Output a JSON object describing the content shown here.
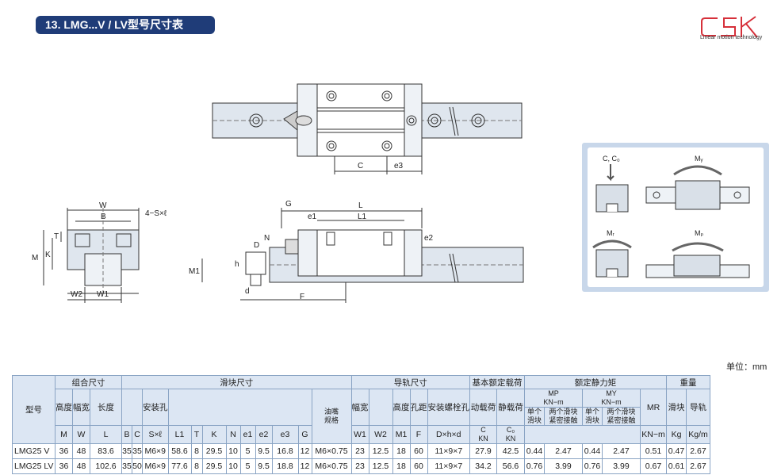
{
  "header": {
    "title": "13. LMG...V / LV型号尺寸表"
  },
  "logo": {
    "text": "CSK",
    "tagline": "Linear motion technology"
  },
  "drawing_labels": {
    "top_c": "C",
    "top_e3": "e3",
    "w": "W",
    "b": "B",
    "s": "4−S×ℓ",
    "t": "T",
    "k": "K",
    "m": "M",
    "w2": "W2",
    "w1": "W1",
    "g": "G",
    "l": "L",
    "e1": "e1",
    "l1": "L1",
    "e2": "e2",
    "d": "D",
    "n": "N",
    "h": "h",
    "m1": "M1",
    "d_small": "d",
    "f": "F"
  },
  "load_diagram": {
    "c": "C, C₀",
    "my": "Mᵧ",
    "mr": "Mᵣ",
    "mp": "Mₚ"
  },
  "unit": "单位：mm",
  "table": {
    "groups": {
      "model": "型号",
      "combo": "组合尺寸",
      "block": "滑块尺寸",
      "rail": "导轨尺寸",
      "dyn": "基本额定载荷",
      "static": "额定静力矩",
      "weight": "重量"
    },
    "sub": {
      "height": "高度",
      "width": "幅宽",
      "length": "长度",
      "mount": "安装孔",
      "grease": "油嘴\n规格",
      "rail_width": "幅宽",
      "rail_height": "高度",
      "pitch": "孔距",
      "rail_bolt": "安装螺栓孔",
      "dynamic": "动载荷",
      "static_load": "静载荷",
      "mp": "MP\nKN−m",
      "my": "MY\nKN−m",
      "mr": "MR",
      "block": "滑块",
      "rail": "导轨",
      "single": "单个\n滑块",
      "double": "两个滑块\n紧密接触"
    },
    "symbols": [
      "M",
      "W",
      "L",
      "B",
      "C",
      "S×ℓ",
      "L1",
      "T",
      "K",
      "N",
      "e1",
      "e2",
      "e3",
      "G",
      "W1",
      "W2",
      "M1",
      "F",
      "D×h×d",
      "C\nKN",
      "C₀\nKN",
      "KN−m",
      "Kg",
      "Kg/m"
    ],
    "rows": [
      {
        "model": "LMG25 V",
        "M": "36",
        "W": "48",
        "L": "83.6",
        "B": "35",
        "C": "35",
        "S": "M6×9",
        "L1": "58.6",
        "T": "8",
        "K": "29.5",
        "N": "10",
        "e1": "5",
        "e2": "9.5",
        "e3": "16.8",
        "G": "12",
        "grease": "M6×0.75",
        "W1": "23",
        "W2": "12.5",
        "M1": "18",
        "F": "60",
        "Dhd": "11×9×7",
        "C_": "27.9",
        "C0": "42.5",
        "MP1": "0.44",
        "MP2": "2.47",
        "MY1": "0.44",
        "MY2": "2.47",
        "MR": "0.51",
        "block_kg": "0.47",
        "rail_kg": "2.67"
      },
      {
        "model": "LMG25 LV",
        "M": "36",
        "W": "48",
        "L": "102.6",
        "B": "35",
        "C": "50",
        "S": "M6×9",
        "L1": "77.6",
        "T": "8",
        "K": "29.5",
        "N": "10",
        "e1": "5",
        "e2": "9.5",
        "e3": "18.8",
        "G": "12",
        "grease": "M6×0.75",
        "W1": "23",
        "W2": "12.5",
        "M1": "18",
        "F": "60",
        "Dhd": "11×9×7",
        "C_": "34.2",
        "C0": "56.6",
        "MP1": "0.76",
        "MP2": "3.99",
        "MY1": "0.76",
        "MY2": "3.99",
        "MR": "0.67",
        "block_kg": "0.61",
        "rail_kg": "2.67"
      }
    ]
  }
}
